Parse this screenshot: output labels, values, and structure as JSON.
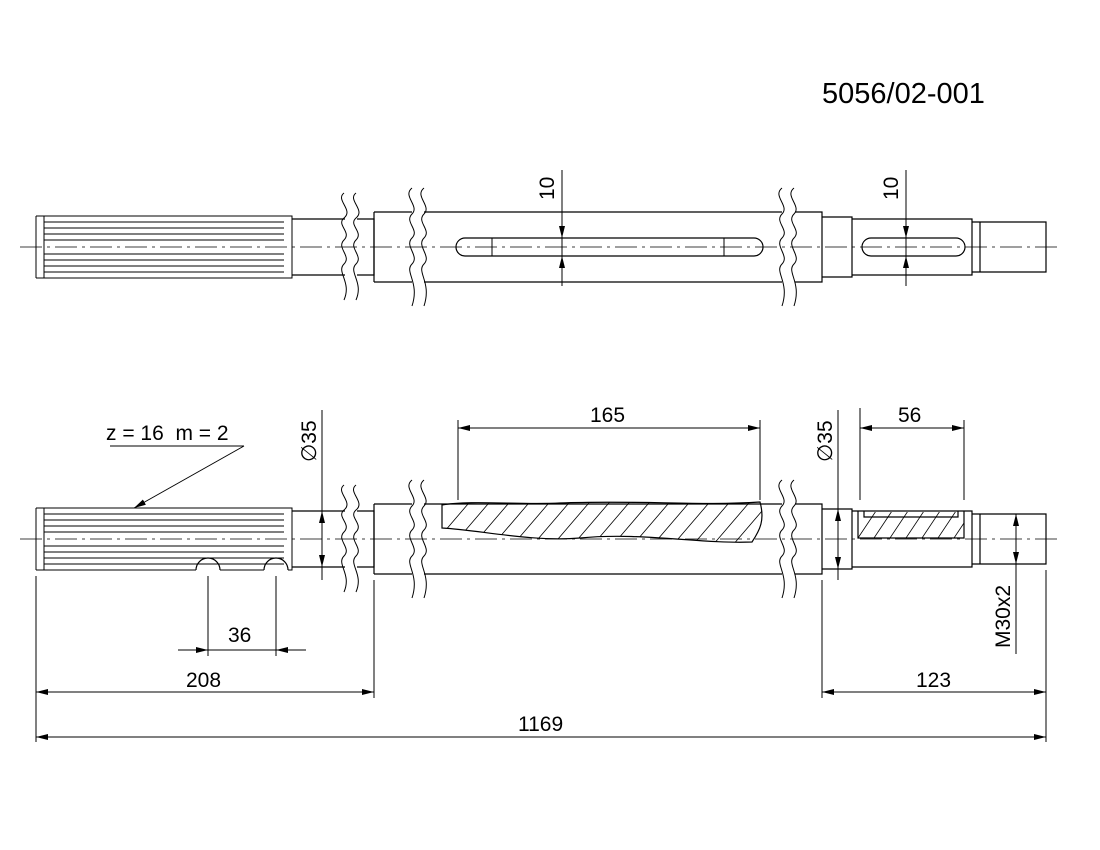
{
  "drawing_number": "5056/02-001",
  "dimensions": {
    "keyway_width_long": "10",
    "keyway_width_short": "10",
    "spline_spec": "z = 16  m = 2",
    "diameter_left": "∅35",
    "diameter_right": "∅35",
    "keyway_length_long": "165",
    "keyway_length_short": "56",
    "groove_spacing": "36",
    "spline_section_length": "208",
    "thread_section_length": "123",
    "overall_length": "1169",
    "thread": "M30x2"
  },
  "colors": {
    "line": "#000000",
    "background": "#ffffff"
  }
}
